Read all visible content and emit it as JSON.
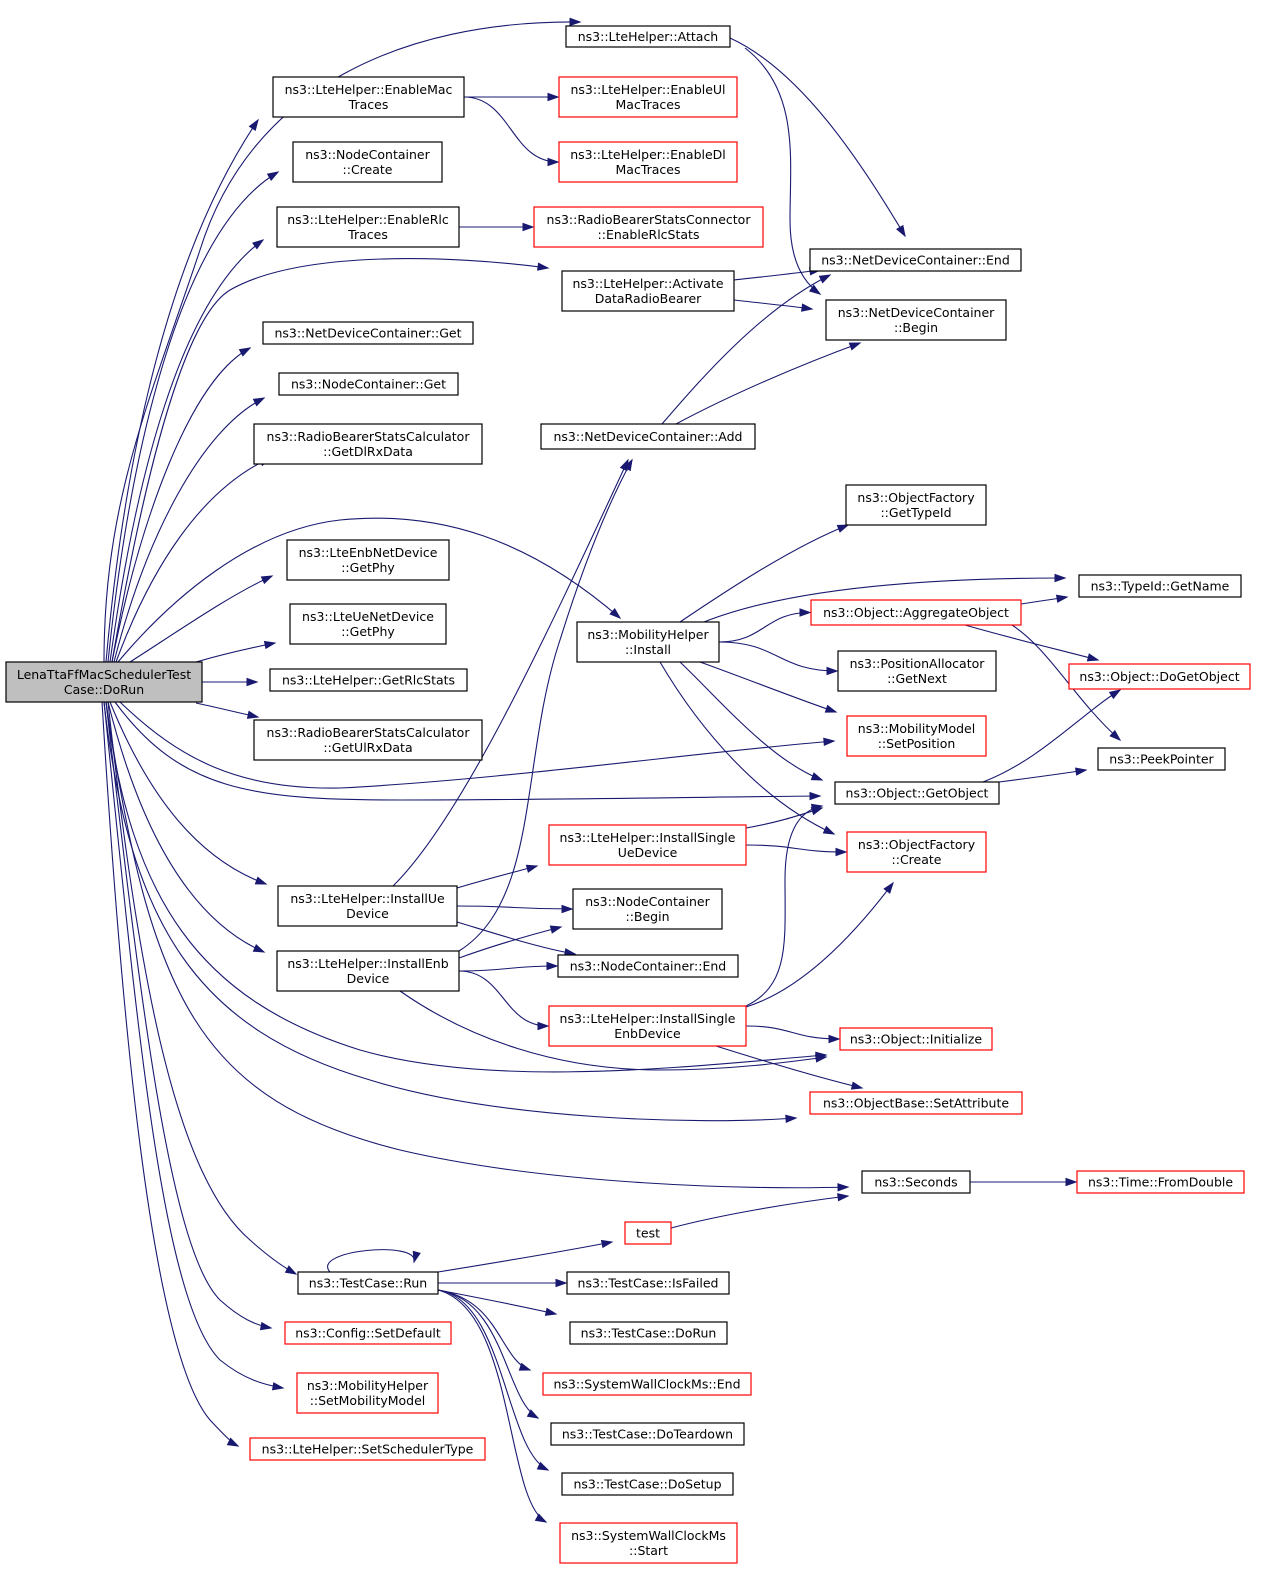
{
  "colors": {
    "edge": "#191970",
    "normal_border": "#000000",
    "truncated_border": "#ff0000",
    "root_fill": "#bfbfbf",
    "node_fill": "#ffffff"
  },
  "nodes": {
    "root": {
      "lines": [
        "LenaTtaFfMacSchedulerTest",
        "Case::DoRun"
      ],
      "style": "root"
    },
    "attach": {
      "lines": [
        "ns3::LteHelper::Attach"
      ],
      "style": "normal"
    },
    "enableMacTraces": {
      "lines": [
        "ns3::LteHelper::EnableMac",
        "Traces"
      ],
      "style": "normal"
    },
    "enableUlMacTraces": {
      "lines": [
        "ns3::LteHelper::EnableUl",
        "MacTraces"
      ],
      "style": "truncated"
    },
    "enableDlMacTraces": {
      "lines": [
        "ns3::LteHelper::EnableDl",
        "MacTraces"
      ],
      "style": "truncated"
    },
    "nodeContainerCreate": {
      "lines": [
        "ns3::NodeContainer",
        "::Create"
      ],
      "style": "normal"
    },
    "enableRlcTraces": {
      "lines": [
        "ns3::LteHelper::EnableRlc",
        "Traces"
      ],
      "style": "normal"
    },
    "enableRlcStats": {
      "lines": [
        "ns3::RadioBearerStatsConnector",
        "::EnableRlcStats"
      ],
      "style": "truncated"
    },
    "activateDataRadioBearer": {
      "lines": [
        "ns3::LteHelper::Activate",
        "DataRadioBearer"
      ],
      "style": "normal"
    },
    "ndcEnd": {
      "lines": [
        "ns3::NetDeviceContainer::End"
      ],
      "style": "normal"
    },
    "ndcBegin": {
      "lines": [
        "ns3::NetDeviceContainer",
        "::Begin"
      ],
      "style": "normal"
    },
    "ndcGet": {
      "lines": [
        "ns3::NetDeviceContainer::Get"
      ],
      "style": "normal"
    },
    "nodeContainerGet": {
      "lines": [
        "ns3::NodeContainer::Get"
      ],
      "style": "normal"
    },
    "getDlRxData": {
      "lines": [
        "ns3::RadioBearerStatsCalculator",
        "::GetDlRxData"
      ],
      "style": "normal"
    },
    "ndcAdd": {
      "lines": [
        "ns3::NetDeviceContainer::Add"
      ],
      "style": "normal"
    },
    "objectFactoryGetTypeId": {
      "lines": [
        "ns3::ObjectFactory",
        "::GetTypeId"
      ],
      "style": "normal"
    },
    "enbGetPhy": {
      "lines": [
        "ns3::LteEnbNetDevice",
        "::GetPhy"
      ],
      "style": "normal"
    },
    "typeIdGetName": {
      "lines": [
        "ns3::TypeId::GetName"
      ],
      "style": "normal"
    },
    "aggregateObject": {
      "lines": [
        "ns3::Object::AggregateObject"
      ],
      "style": "truncated"
    },
    "ueGetPhy": {
      "lines": [
        "ns3::LteUeNetDevice",
        "::GetPhy"
      ],
      "style": "normal"
    },
    "mobilityInstall": {
      "lines": [
        "ns3::MobilityHelper",
        "::Install"
      ],
      "style": "normal"
    },
    "posAllocGetNext": {
      "lines": [
        "ns3::PositionAllocator",
        "::GetNext"
      ],
      "style": "normal"
    },
    "doGetObject": {
      "lines": [
        "ns3::Object::DoGetObject"
      ],
      "style": "truncated"
    },
    "getRlcStats": {
      "lines": [
        "ns3::LteHelper::GetRlcStats"
      ],
      "style": "normal"
    },
    "getUlRxData": {
      "lines": [
        "ns3::RadioBearerStatsCalculator",
        "::GetUlRxData"
      ],
      "style": "normal"
    },
    "setPosition": {
      "lines": [
        "ns3::MobilityModel",
        "::SetPosition"
      ],
      "style": "truncated"
    },
    "peekPointer": {
      "lines": [
        "ns3::PeekPointer"
      ],
      "style": "normal"
    },
    "getObject": {
      "lines": [
        "ns3::Object::GetObject"
      ],
      "style": "normal"
    },
    "installSingleUeDevice": {
      "lines": [
        "ns3::LteHelper::InstallSingle",
        "UeDevice"
      ],
      "style": "truncated"
    },
    "objectFactoryCreate": {
      "lines": [
        "ns3::ObjectFactory",
        "::Create"
      ],
      "style": "truncated"
    },
    "installUeDevice": {
      "lines": [
        "ns3::LteHelper::InstallUe",
        "Device"
      ],
      "style": "normal"
    },
    "nodeContainerBegin": {
      "lines": [
        "ns3::NodeContainer",
        "::Begin"
      ],
      "style": "normal"
    },
    "installEnbDevice": {
      "lines": [
        "ns3::LteHelper::InstallEnb",
        "Device"
      ],
      "style": "normal"
    },
    "nodeContainerEnd": {
      "lines": [
        "ns3::NodeContainer::End"
      ],
      "style": "normal"
    },
    "installSingleEnbDevice": {
      "lines": [
        "ns3::LteHelper::InstallSingle",
        "EnbDevice"
      ],
      "style": "truncated"
    },
    "objectInitialize": {
      "lines": [
        "ns3::Object::Initialize"
      ],
      "style": "truncated"
    },
    "setAttribute": {
      "lines": [
        "ns3::ObjectBase::SetAttribute"
      ],
      "style": "truncated"
    },
    "seconds": {
      "lines": [
        "ns3::Seconds"
      ],
      "style": "normal"
    },
    "timeFromDouble": {
      "lines": [
        "ns3::Time::FromDouble"
      ],
      "style": "truncated"
    },
    "test": {
      "lines": [
        "test"
      ],
      "style": "truncated"
    },
    "testCaseRun": {
      "lines": [
        "ns3::TestCase::Run"
      ],
      "style": "normal"
    },
    "testCaseIsFailed": {
      "lines": [
        "ns3::TestCase::IsFailed"
      ],
      "style": "normal"
    },
    "configSetDefault": {
      "lines": [
        "ns3::Config::SetDefault"
      ],
      "style": "truncated"
    },
    "testCaseDoRun": {
      "lines": [
        "ns3::TestCase::DoRun"
      ],
      "style": "normal"
    },
    "swcEnd": {
      "lines": [
        "ns3::SystemWallClockMs::End"
      ],
      "style": "truncated"
    },
    "setMobilityModel": {
      "lines": [
        "ns3::MobilityHelper",
        "::SetMobilityModel"
      ],
      "style": "truncated"
    },
    "doTeardown": {
      "lines": [
        "ns3::TestCase::DoTeardown"
      ],
      "style": "normal"
    },
    "setSchedulerType": {
      "lines": [
        "ns3::LteHelper::SetSchedulerType"
      ],
      "style": "truncated"
    },
    "doSetup": {
      "lines": [
        "ns3::TestCase::DoSetup"
      ],
      "style": "normal"
    },
    "swcStart": {
      "lines": [
        "ns3::SystemWallClockMs",
        "::Start"
      ],
      "style": "truncated"
    }
  },
  "edges": [
    [
      "root",
      "attach"
    ],
    [
      "root",
      "enableMacTraces"
    ],
    [
      "root",
      "nodeContainerCreate"
    ],
    [
      "root",
      "enableRlcTraces"
    ],
    [
      "root",
      "activateDataRadioBearer"
    ],
    [
      "root",
      "ndcGet"
    ],
    [
      "root",
      "nodeContainerGet"
    ],
    [
      "root",
      "getDlRxData"
    ],
    [
      "root",
      "mobilityInstall"
    ],
    [
      "root",
      "enbGetPhy"
    ],
    [
      "root",
      "ueGetPhy"
    ],
    [
      "root",
      "getRlcStats"
    ],
    [
      "root",
      "getUlRxData"
    ],
    [
      "root",
      "setPosition"
    ],
    [
      "root",
      "getObject"
    ],
    [
      "root",
      "installUeDevice"
    ],
    [
      "root",
      "installEnbDevice"
    ],
    [
      "root",
      "objectInitialize"
    ],
    [
      "root",
      "setAttribute"
    ],
    [
      "root",
      "seconds"
    ],
    [
      "root",
      "testCaseRun"
    ],
    [
      "root",
      "configSetDefault"
    ],
    [
      "root",
      "setMobilityModel"
    ],
    [
      "root",
      "setSchedulerType"
    ],
    [
      "attach",
      "ndcEnd"
    ],
    [
      "attach",
      "ndcBegin"
    ],
    [
      "enableMacTraces",
      "enableUlMacTraces"
    ],
    [
      "enableMacTraces",
      "enableDlMacTraces"
    ],
    [
      "enableRlcTraces",
      "enableRlcStats"
    ],
    [
      "activateDataRadioBearer",
      "ndcEnd"
    ],
    [
      "activateDataRadioBearer",
      "ndcBegin"
    ],
    [
      "ndcAdd",
      "ndcEnd"
    ],
    [
      "ndcAdd",
      "ndcBegin"
    ],
    [
      "mobilityInstall",
      "objectFactoryGetTypeId"
    ],
    [
      "mobilityInstall",
      "typeIdGetName"
    ],
    [
      "mobilityInstall",
      "aggregateObject"
    ],
    [
      "mobilityInstall",
      "posAllocGetNext"
    ],
    [
      "mobilityInstall",
      "setPosition"
    ],
    [
      "mobilityInstall",
      "getObject"
    ],
    [
      "mobilityInstall",
      "objectFactoryCreate"
    ],
    [
      "aggregateObject",
      "typeIdGetName"
    ],
    [
      "aggregateObject",
      "doGetObject"
    ],
    [
      "aggregateObject",
      "peekPointer"
    ],
    [
      "getObject",
      "doGetObject"
    ],
    [
      "getObject",
      "peekPointer"
    ],
    [
      "installSingleUeDevice",
      "getObject"
    ],
    [
      "installSingleUeDevice",
      "objectFactoryCreate"
    ],
    [
      "installUeDevice",
      "ndcAdd"
    ],
    [
      "installUeDevice",
      "installSingleUeDevice"
    ],
    [
      "installUeDevice",
      "nodeContainerBegin"
    ],
    [
      "installUeDevice",
      "nodeContainerEnd"
    ],
    [
      "installEnbDevice",
      "ndcAdd"
    ],
    [
      "installEnbDevice",
      "nodeContainerBegin"
    ],
    [
      "installEnbDevice",
      "nodeContainerEnd"
    ],
    [
      "installEnbDevice",
      "installSingleEnbDevice"
    ],
    [
      "installEnbDevice",
      "objectInitialize"
    ],
    [
      "installSingleEnbDevice",
      "getObject"
    ],
    [
      "installSingleEnbDevice",
      "objectFactoryCreate"
    ],
    [
      "installSingleEnbDevice",
      "objectInitialize"
    ],
    [
      "installSingleEnbDevice",
      "setAttribute"
    ],
    [
      "seconds",
      "timeFromDouble"
    ],
    [
      "test",
      "seconds"
    ],
    [
      "testCaseRun",
      "testCaseRun"
    ],
    [
      "testCaseRun",
      "test"
    ],
    [
      "testCaseRun",
      "testCaseIsFailed"
    ],
    [
      "testCaseRun",
      "testCaseDoRun"
    ],
    [
      "testCaseRun",
      "swcEnd"
    ],
    [
      "testCaseRun",
      "doTeardown"
    ],
    [
      "testCaseRun",
      "doSetup"
    ],
    [
      "testCaseRun",
      "swcStart"
    ]
  ]
}
